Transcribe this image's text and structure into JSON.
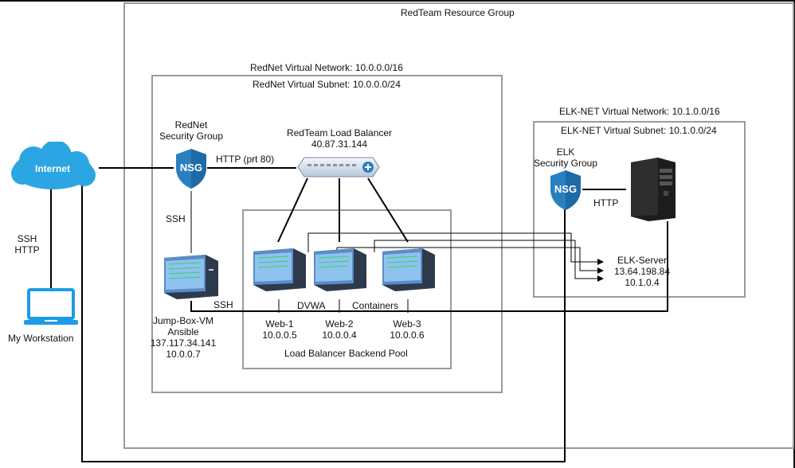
{
  "diagram": {
    "resource_group_label": "RedTeam Resource Group",
    "rednet_vnet_label": "RedNet Virtual Network: 10.0.0.0/16",
    "rednet_subnet_label": "RedNet Virtual Subnet: 10.0.0.0/24",
    "elk_vnet_label": "ELK-NET Virtual Network: 10.1.0.0/16",
    "elk_subnet_label": "ELK-NET Virtual Subnet: 10.1.0.0/24",
    "backend_pool_label": "Load Balancer Backend Pool",
    "internet_label": "Internet",
    "workstation_label": "My Workstation",
    "ssh_http_label_line1": "SSH",
    "ssh_http_label_line2": "HTTP",
    "rednet_nsg": {
      "title_line1": "RedNet",
      "title_line2": "Security Group",
      "badge": "NSG"
    },
    "elk_nsg": {
      "title_line1": "ELK",
      "title_line2": "Security Group",
      "badge": "NSG"
    },
    "http_prt80_label": "HTTP (prt 80)",
    "ssh_vertical_label": "SSH",
    "ssh_jump_label": "SSH",
    "elk_http_label": "HTTP",
    "load_balancer": {
      "title": "RedTeam Load Balancer",
      "ip": "40.87.31.144"
    },
    "jumpbox": {
      "name": "Jump-Box-VM",
      "role": "Ansible",
      "public_ip": "137.117.34.141",
      "private_ip": "10.0.0.7"
    },
    "dvwa_label": "DVWA",
    "containers_label": "Containers",
    "webs": [
      {
        "name": "Web-1",
        "ip": "10.0.0.5"
      },
      {
        "name": "Web-2",
        "ip": "10.0.0.4"
      },
      {
        "name": "Web-3",
        "ip": "10.0.0.6"
      }
    ],
    "elk_server": {
      "name": "ELK-Server",
      "public_ip": "13.64.198.84",
      "private_ip": "10.1.0.4"
    },
    "colors": {
      "nsg_blue": "#2a7fc0",
      "box_gray": "#9a9a9a",
      "laptop_blue": "#1e9be8",
      "cloud_blue": "#2ba6e3"
    }
  }
}
